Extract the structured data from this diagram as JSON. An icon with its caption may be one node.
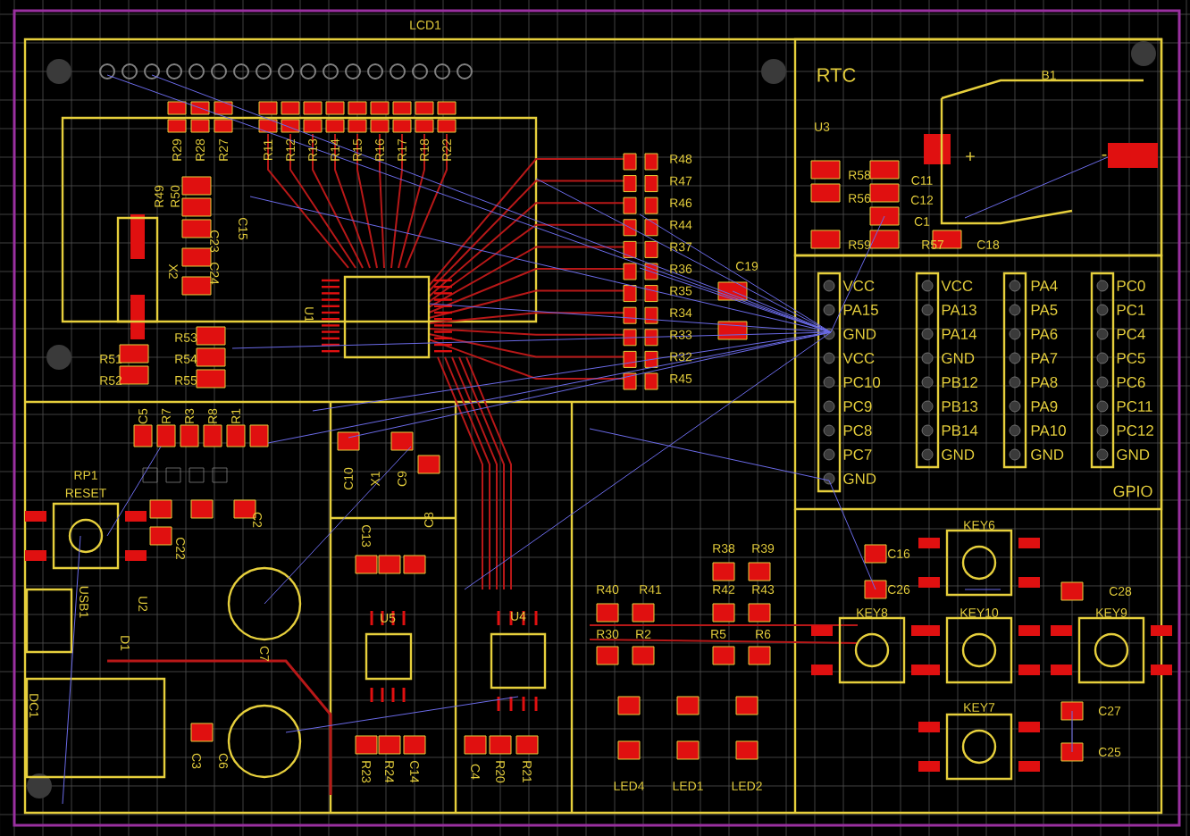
{
  "diagram": {
    "labels": [
      "LCD1",
      "RTC",
      "B1",
      "R29",
      "R28",
      "R27",
      "R11",
      "R12",
      "R13",
      "R14",
      "R15",
      "R16",
      "R17",
      "R18",
      "R22",
      "R49",
      "R50",
      "C15",
      "C23",
      "C24",
      "X2",
      "U1",
      "R53",
      "R51",
      "R54",
      "R52",
      "R55",
      "R48",
      "R47",
      "R46",
      "R44",
      "R37",
      "R36",
      "R35",
      "R34",
      "R33",
      "R32",
      "R45",
      "C19",
      "U3",
      "R58",
      "C11",
      "R56",
      "C12",
      "C1",
      "R59",
      "R57",
      "C18",
      "+",
      "-",
      "VCC",
      "PA15",
      "GND",
      "VCC",
      "PC10",
      "PC9",
      "PC8",
      "PC7",
      "GND",
      "VCC",
      "PA13",
      "PA14",
      "GND",
      "PB12",
      "PB13",
      "PB14",
      "GND",
      "PA4",
      "PA5",
      "PA6",
      "PA7",
      "PA8",
      "PA9",
      "PA10",
      "GND",
      "PC0",
      "PC1",
      "PC4",
      "PC5",
      "PC6",
      "PC11",
      "PC12",
      "GND",
      "GPIO",
      "C5",
      "R7",
      "R3",
      "R8",
      "R1",
      "RP1",
      "C10",
      "X1",
      "C9",
      "RESET",
      "C2",
      "C8",
      "C22",
      "C13",
      "R38",
      "R39",
      "C16",
      "KEY6",
      "R40",
      "R41",
      "R42",
      "R43",
      "C26",
      "C28",
      "USB1",
      "U2",
      "KEY8",
      "KEY10",
      "KEY9",
      "U5",
      "U4",
      "R30",
      "R2",
      "R5",
      "R6",
      "D1",
      "C7",
      "DC1",
      "KEY7",
      "C27",
      "C25",
      "C3",
      "C6",
      "R23",
      "R24",
      "C14",
      "C4",
      "R20",
      "R21",
      "LED4",
      "LED1",
      "LED2"
    ]
  }
}
